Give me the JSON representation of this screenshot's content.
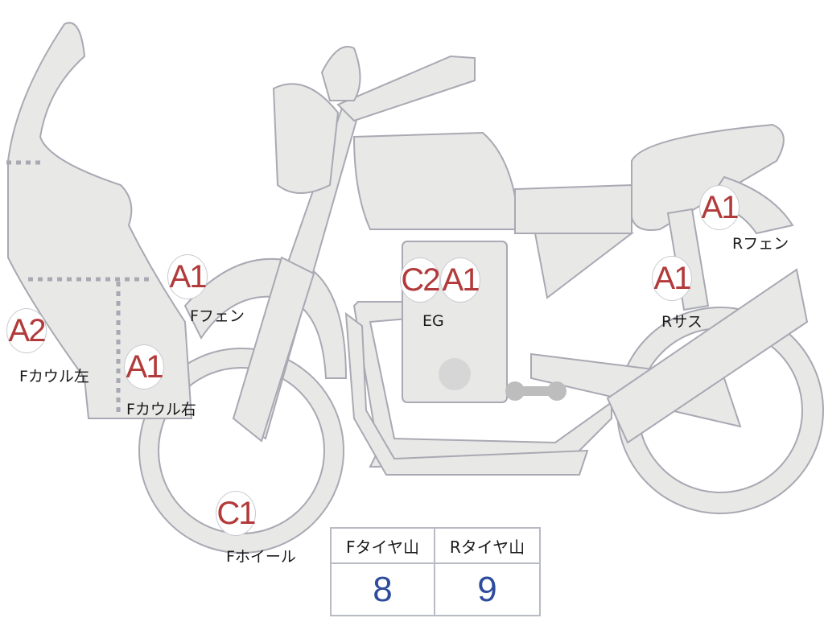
{
  "colors": {
    "body_fill": "#e8e8e6",
    "outline": "#a8a9b3",
    "grade": "#b23a3a",
    "value": "#2e4c9c"
  },
  "parts": [
    {
      "grade": "A2",
      "label": "Fカウル左"
    },
    {
      "grade": "A1",
      "label": "Fカウル右"
    },
    {
      "grade": "A1",
      "label": "Fフェン"
    },
    {
      "grade": "C1",
      "label": "Fホイール"
    },
    {
      "grade": "C2",
      "grade2": "A1",
      "label": "EG"
    },
    {
      "grade": "A1",
      "label": "Rフェン"
    },
    {
      "grade": "A1",
      "label": "Rサス"
    }
  ],
  "tire_table": {
    "headers": [
      "Fタイヤ山",
      "Rタイヤ山"
    ],
    "values": [
      "8",
      "9"
    ]
  }
}
